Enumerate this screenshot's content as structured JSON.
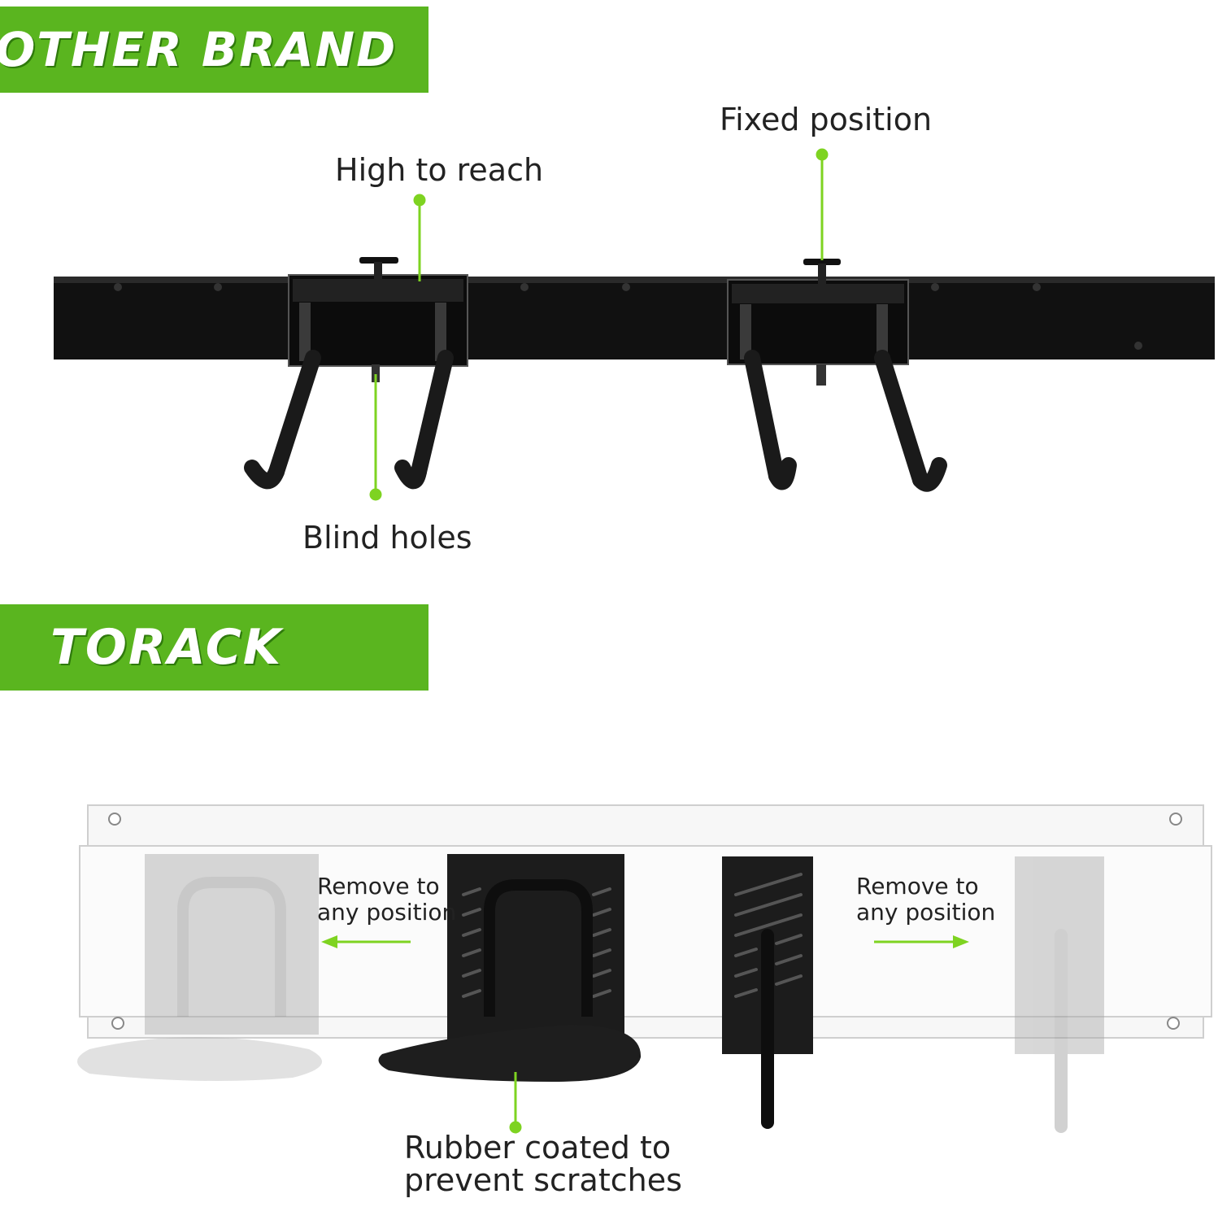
{
  "banners": {
    "other_brand": "OTHER BRAND",
    "torack": "TORACK"
  },
  "callouts": {
    "high_to_reach": "High to reach",
    "fixed_position": "Fixed position",
    "blind_holes": "Blind holes",
    "remove_left": "Remove to\nany position",
    "remove_right": "Remove to\nany position",
    "rubber_coated": "Rubber coated to\nprevent scratches"
  },
  "colors": {
    "accent_green": "#5ab51f",
    "pointer_green": "#7ed321",
    "rail_black": "#111111",
    "rail_white": "#f4f4f4"
  }
}
